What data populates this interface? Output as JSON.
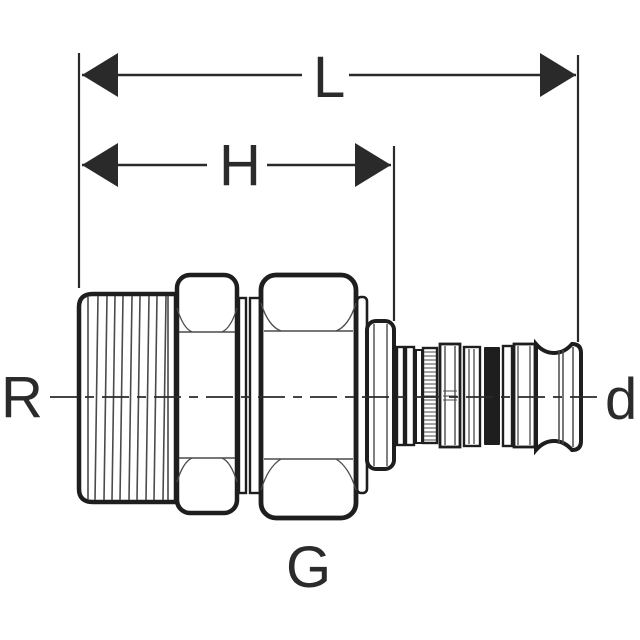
{
  "figure": {
    "type": "technical-drawing",
    "dimension_labels": {
      "overall_length": "L",
      "hex_length": "H"
    },
    "connection_labels": {
      "left_thread": "R",
      "union_nut_thread": "G",
      "right_outlet_diameter": "d"
    },
    "colors": {
      "background": "#ffffff",
      "outline": "#1e1e1e",
      "thin_line": "#4a4a4a",
      "dimension_line": "#2a2a2a"
    }
  }
}
